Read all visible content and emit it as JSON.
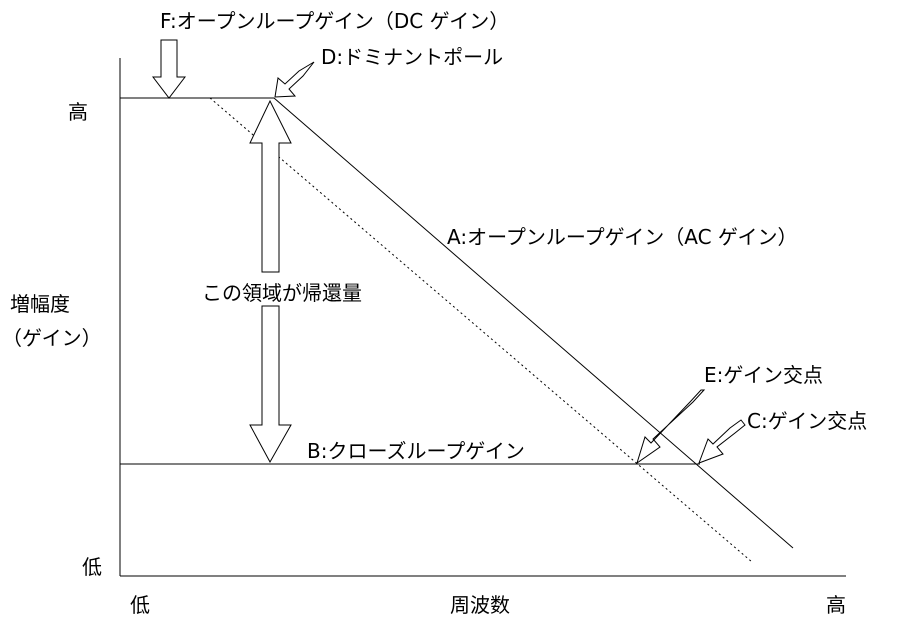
{
  "axes": {
    "y_high": "高",
    "y_low": "低",
    "y_title_line1": "増幅度",
    "y_title_line2": "（ゲイン）",
    "x_low": "低",
    "x_title": "周波数",
    "x_high": "高"
  },
  "labels": {
    "F": "F:オープンループゲイン（DC ゲイン）",
    "D": "D:ドミナントポール",
    "A": "A:オープンループゲイン（AC ゲイン）",
    "feedback": "この領域が帰還量",
    "B": "B:クローズループゲイン",
    "E": "E:ゲイン交点",
    "C": "C:ゲイン交点"
  }
}
